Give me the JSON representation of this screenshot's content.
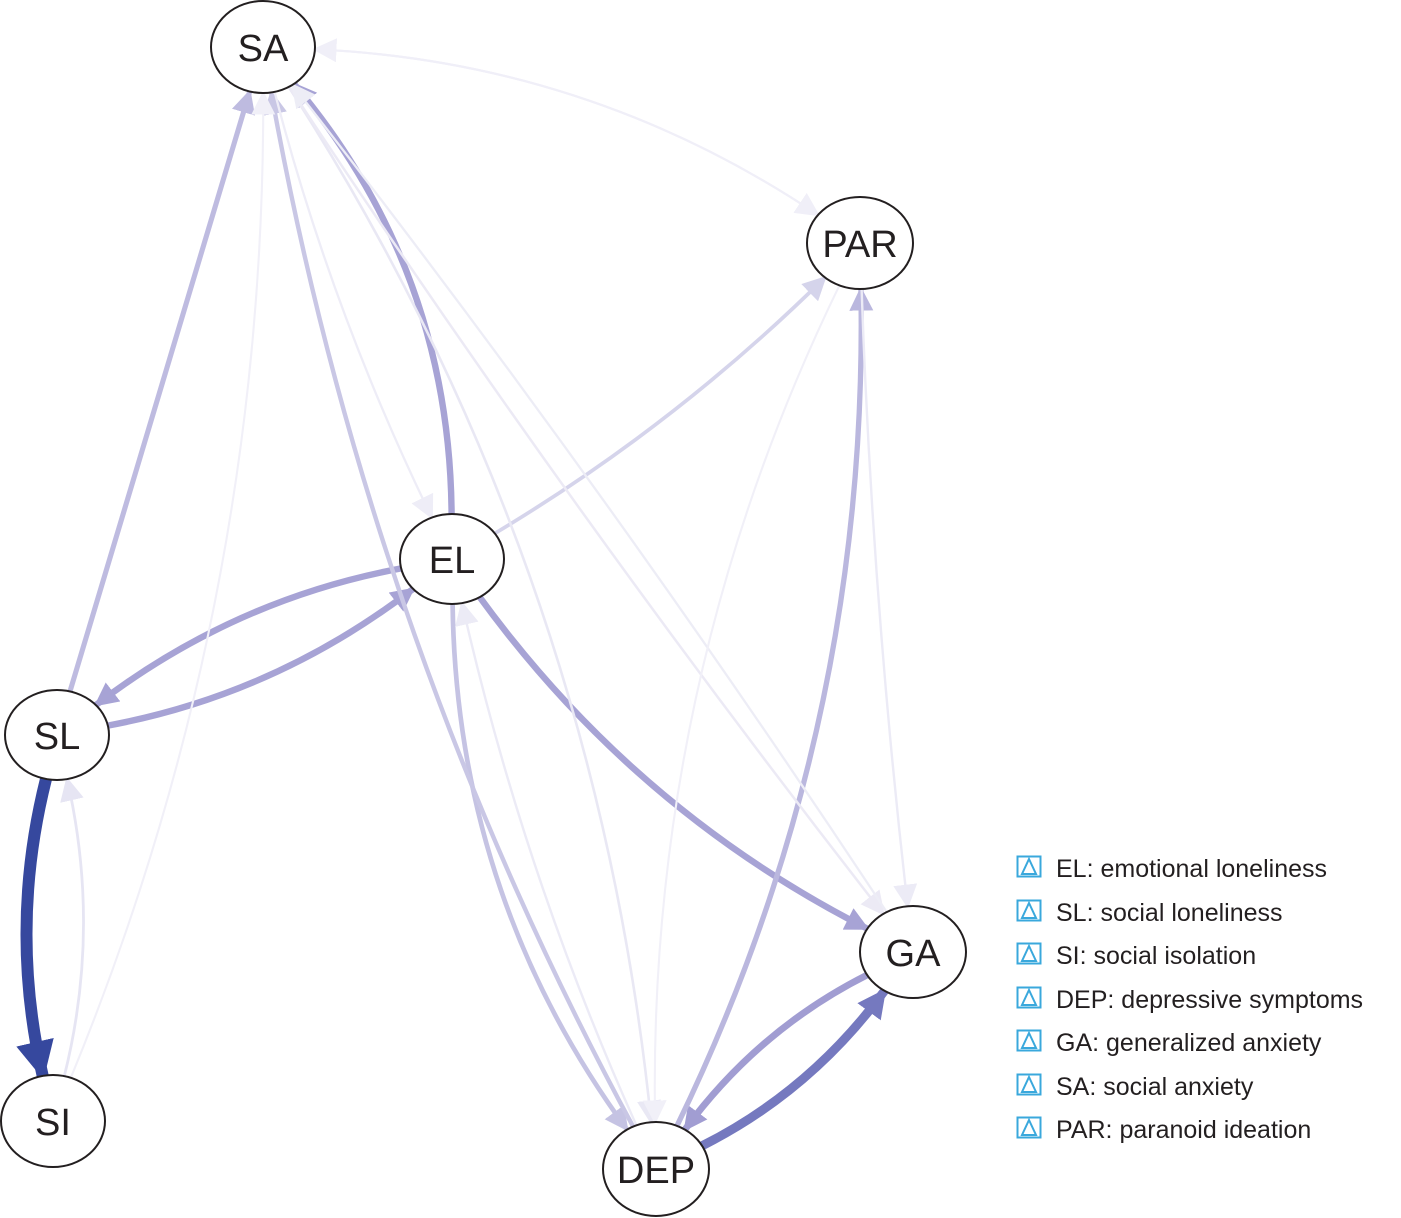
{
  "nodes": [
    {
      "id": "SA",
      "label": "SA"
    },
    {
      "id": "PAR",
      "label": "PAR"
    },
    {
      "id": "EL",
      "label": "EL"
    },
    {
      "id": "SL",
      "label": "SL"
    },
    {
      "id": "SI",
      "label": "SI"
    },
    {
      "id": "GA",
      "label": "GA"
    },
    {
      "id": "DEP",
      "label": "DEP"
    }
  ],
  "edges": [
    {
      "from": "SL",
      "to": "SI",
      "color": "#36489e"
    },
    {
      "from": "DEP",
      "to": "GA",
      "color": "#7579bf"
    },
    {
      "from": "GA",
      "to": "DEP",
      "color": "#a19dd2"
    },
    {
      "from": "SL",
      "to": "EL",
      "color": "#a7a3d5"
    },
    {
      "from": "EL",
      "to": "SL",
      "color": "#a7a3d5"
    },
    {
      "from": "EL",
      "to": "SA",
      "color": "#a7a3d5"
    },
    {
      "from": "EL",
      "to": "GA",
      "color": "#a7a3d5"
    },
    {
      "from": "DEP",
      "to": "PAR",
      "color": "#bab7de"
    },
    {
      "from": "SL",
      "to": "SA",
      "color": "#bebbe0"
    },
    {
      "from": "EL",
      "to": "DEP",
      "color": "#c5c3e3"
    },
    {
      "from": "DEP",
      "to": "SA",
      "color": "#c9c7e5"
    },
    {
      "from": "EL",
      "to": "PAR",
      "color": "#d5d4eb"
    },
    {
      "from": "SI",
      "to": "SL",
      "color": "#e6e5f3"
    },
    {
      "from": "SA",
      "to": "DEP",
      "color": "#e9e8f4"
    },
    {
      "from": "SA",
      "to": "GA",
      "color": "#eceaf5"
    },
    {
      "from": "PAR",
      "to": "GA",
      "color": "#ecebf6"
    },
    {
      "from": "GA",
      "to": "SA",
      "color": "#ededf6"
    },
    {
      "from": "DEP",
      "to": "EL",
      "color": "#ecebf6"
    },
    {
      "from": "SA",
      "to": "EL",
      "color": "#eeedf7"
    },
    {
      "from": "SA",
      "to": "PAR",
      "color": "#f0eff8"
    },
    {
      "from": "PAR",
      "to": "SA",
      "color": "#f0eff8"
    },
    {
      "from": "SI",
      "to": "SA",
      "color": "#f1f0f8"
    },
    {
      "from": "PAR",
      "to": "DEP",
      "color": "#f1f0f8"
    }
  ],
  "legend": {
    "icon": "delta-box-icon",
    "icon_color": "#3aa8dc",
    "items": [
      "EL: emotional loneliness",
      "SL: social loneliness",
      "SI: social isolation",
      "DEP: depressive symptoms",
      "GA: generalized anxiety",
      "SA: social anxiety",
      "PAR: paranoid ideation"
    ]
  }
}
